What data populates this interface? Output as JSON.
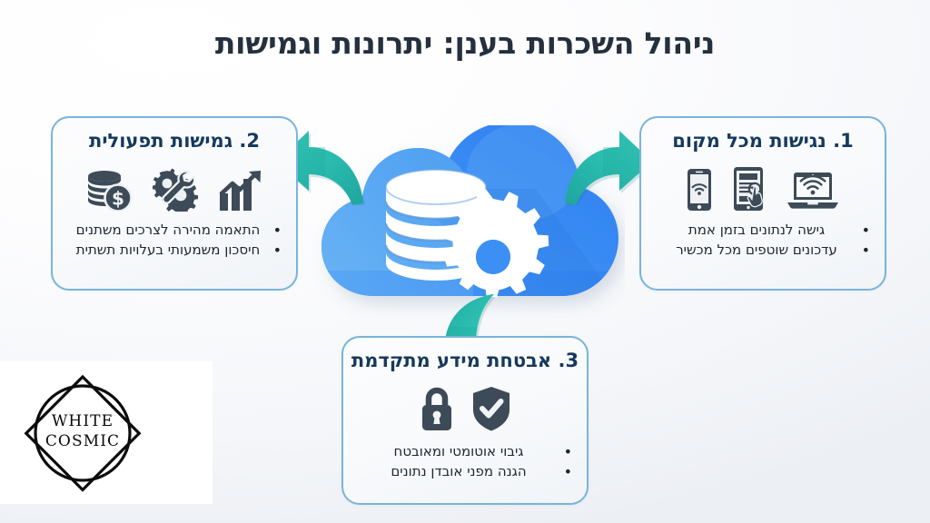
{
  "title": "ניהול השכרות בענן: יתרונות וגמישות",
  "center_graphic": {
    "name": "cloud-database-gear",
    "cloud_color_light": "#5BA9F0",
    "cloud_color_dark": "#2D7DF0",
    "symbol_color": "#FFFFFF"
  },
  "arrow_color": "#2CB9AE",
  "arrows": [
    {
      "name": "arrow-to-card-1",
      "direction": "up-right",
      "target": "1. נגישות מכל מקום"
    },
    {
      "name": "arrow-to-card-2",
      "direction": "up-left",
      "target": "2. גמישות תפעולית"
    },
    {
      "name": "arrow-to-card-3",
      "direction": "down",
      "target": "3. אבטחת מידע מתקדמת"
    }
  ],
  "cards": [
    {
      "id": "card-1",
      "number": "1",
      "title": "1. נגישות מכל מקום",
      "icons": [
        "laptop-wifi-icon",
        "tablet-touch-icon",
        "smartphone-wifi-icon"
      ],
      "bullets": [
        "גישה לנתונים בזמן אמת",
        "עדכונים שוטפים מכל מכשיר"
      ]
    },
    {
      "id": "card-2",
      "number": "2",
      "title": "2. גמישות תפעולית",
      "icons": [
        "growth-chart-icon",
        "gear-wrench-icon",
        "coin-stack-dollar-icon"
      ],
      "bullets": [
        "התאמה מהירה לצרכים משתנים",
        "חיסכון משמעותי בעלויות תשתית"
      ]
    },
    {
      "id": "card-3",
      "number": "3",
      "title": "3. אבטחת מידע מתקדמת",
      "icons": [
        "shield-check-icon",
        "padlock-icon"
      ],
      "bullets": [
        "גיבוי אוטומטי ומאובטח",
        "הגנה מפני אובדן נתונים"
      ]
    }
  ],
  "logo": {
    "line_1": "WHITE",
    "line_2": "COSMIC",
    "mark": "circle-diamond-mark"
  },
  "colors": {
    "heading": "#16395D",
    "title": "#24303D",
    "body": "#1E2730",
    "card_border": "#79B4DA",
    "icon": "#3D4A57",
    "accent_teal": "#2CB9AE"
  }
}
